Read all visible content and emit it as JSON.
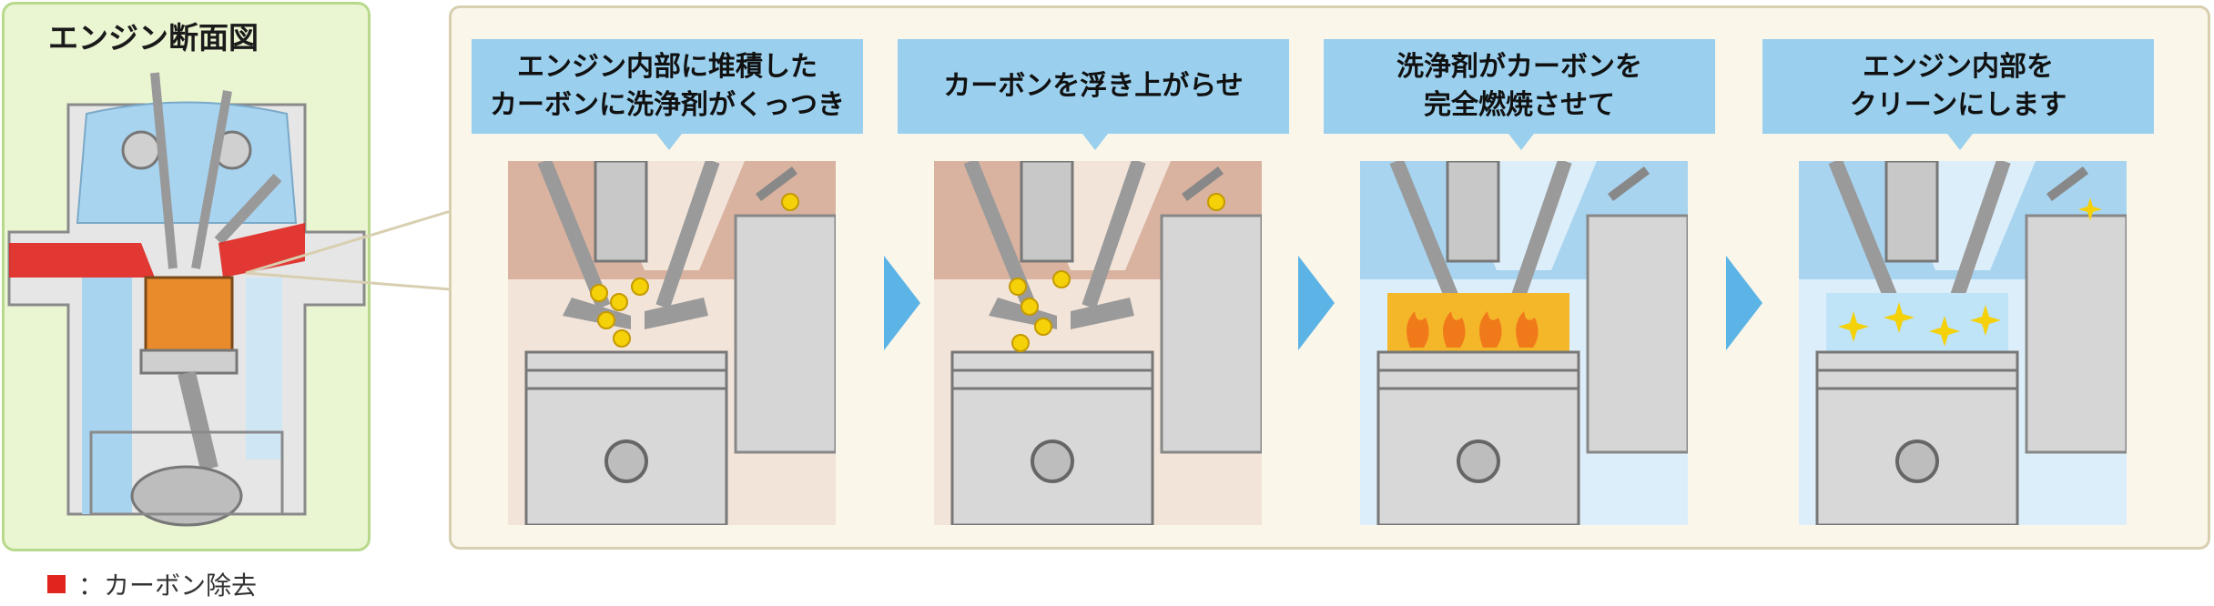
{
  "engine_section": {
    "title": "エンジン断面図",
    "legend_label": "：カーボン除去",
    "carbon_color": "#e0251f",
    "coolant_color": "#a8d4f0"
  },
  "steps": [
    {
      "caption_lines": [
        "エンジン内部に堆積した",
        "カーボンに洗浄剤がくっつき"
      ],
      "state": "carbon-adhere"
    },
    {
      "caption_lines": [
        "カーボンを浮き上がらせ"
      ],
      "state": "carbon-lift"
    },
    {
      "caption_lines": [
        "洗浄剤がカーボンを",
        "完全燃焼させて"
      ],
      "state": "combustion"
    },
    {
      "caption_lines": [
        "エンジン内部を",
        "クリーンにします"
      ],
      "state": "clean"
    }
  ],
  "colors": {
    "bubble": "#9ad0ee",
    "arrow": "#5cb3e6",
    "carbon_dot": "#f5d10a",
    "flame": "#f07a1a"
  }
}
